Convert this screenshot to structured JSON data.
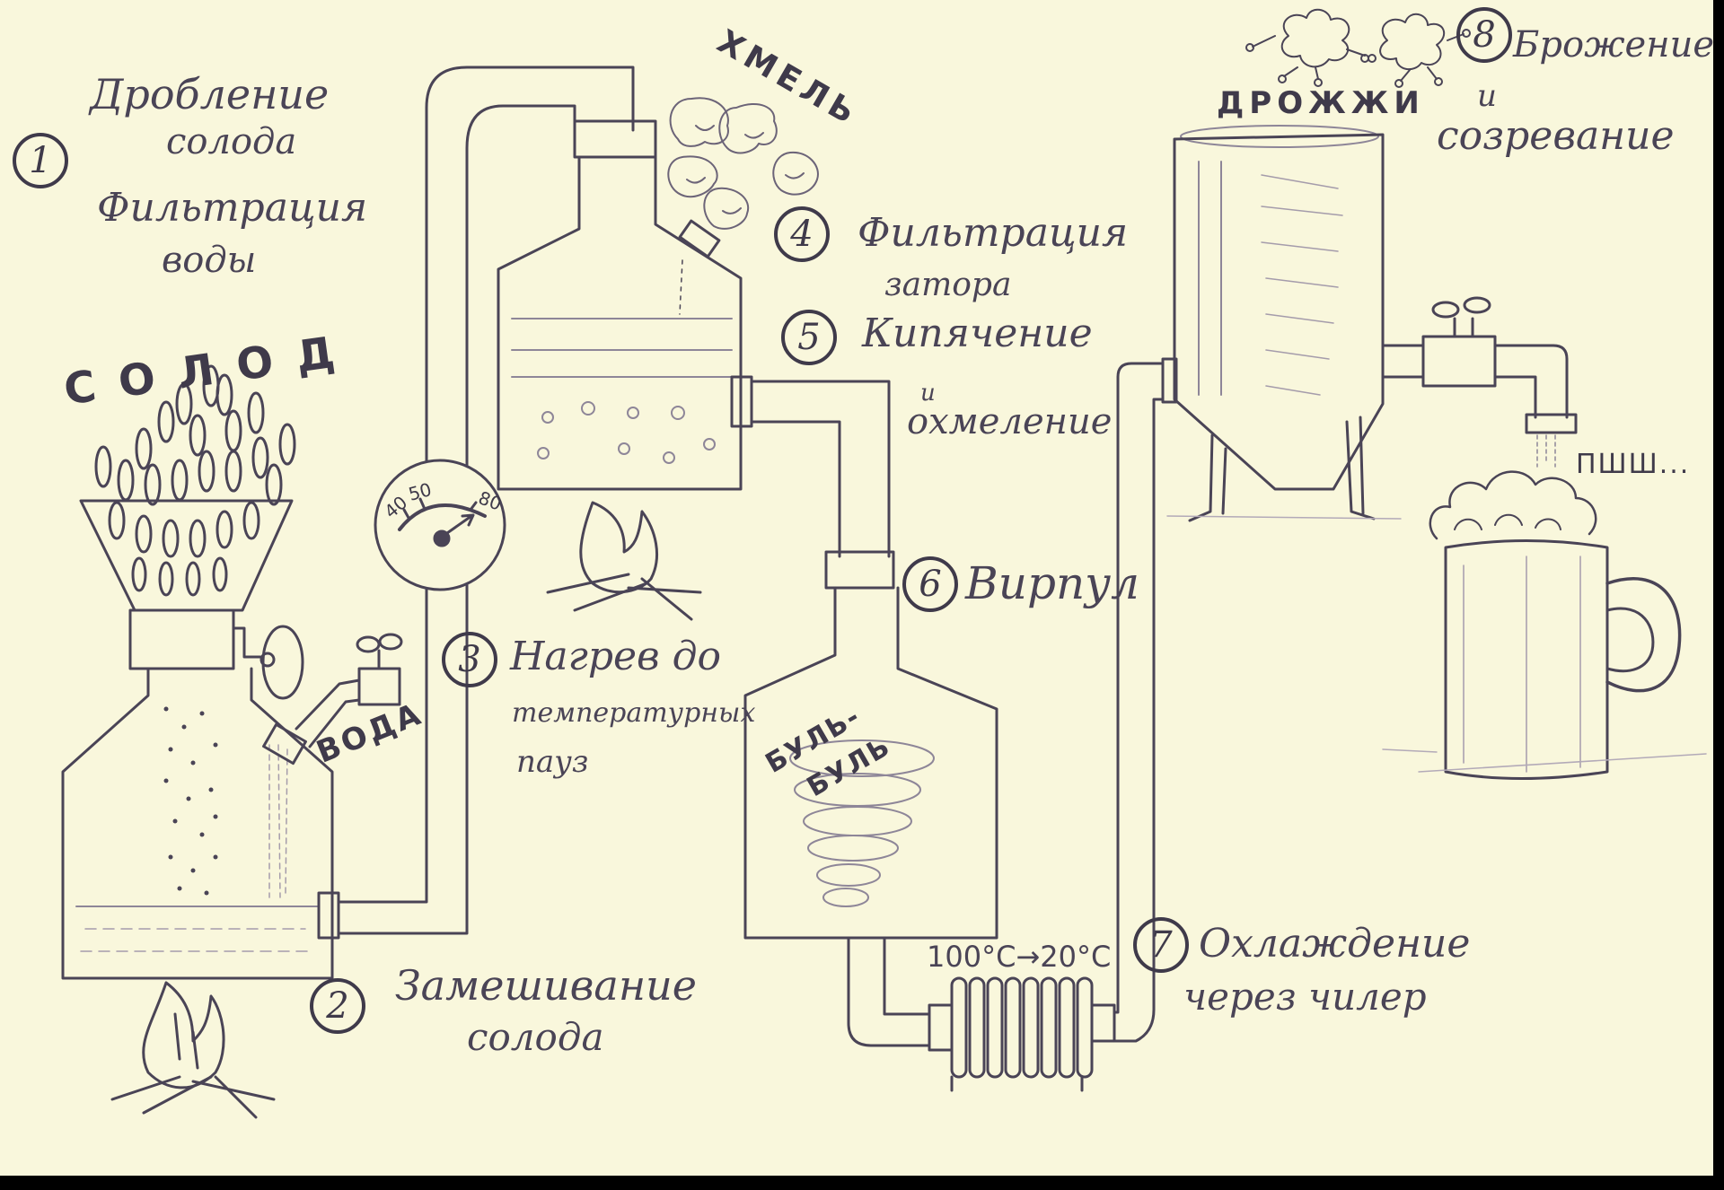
{
  "diagram": {
    "title_implied": "Процесс пивоварения",
    "colors": {
      "paper": "#f9f7dc",
      "pencil": "#4a4456",
      "pencil_light": "#8e8698",
      "frame": "#000000"
    },
    "steps": [
      {
        "number": "1",
        "lines": [
          "Дробление",
          "солода"
        ],
        "extra_lines": [
          "Фильтрация",
          "воды"
        ]
      },
      {
        "number": "2",
        "lines": [
          "Замешивание",
          "солода"
        ]
      },
      {
        "number": "3",
        "lines": [
          "Нагрев до",
          "температурных",
          "пауз"
        ]
      },
      {
        "number": "4",
        "lines": [
          "Фильтрация",
          "затора"
        ]
      },
      {
        "number": "5",
        "lines": [
          "Кипячение",
          "и",
          "охмеление"
        ]
      },
      {
        "number": "6",
        "lines": [
          "Вирпул"
        ]
      },
      {
        "number": "7",
        "lines": [
          "Охлаждение",
          "через чилер"
        ]
      },
      {
        "number": "8",
        "lines": [
          "Брожение",
          "и",
          "созревание"
        ]
      }
    ],
    "labels": {
      "malt": "СОЛОД",
      "water": "ВОДА",
      "hops": "ХМЕЛЬ",
      "yeast": "ДРОЖЖИ",
      "bubble": [
        "БУЛЬ-",
        "БУЛЬ"
      ],
      "fizz": "ПШШ...",
      "temperature_change": "100°C→20°C"
    },
    "thermometer": {
      "ticks": [
        "40",
        "50",
        "80"
      ]
    },
    "icons": [
      "malt-grains",
      "funnel-grinder",
      "water-tap",
      "mash-tun",
      "fire-icon",
      "thermometer-gauge",
      "lauter-tun",
      "hops-cones",
      "boil-kettle",
      "whirlpool-vessel",
      "chiller-radiator",
      "yeast-cells",
      "fermenter-tank",
      "beer-tap",
      "beer-mug"
    ]
  }
}
